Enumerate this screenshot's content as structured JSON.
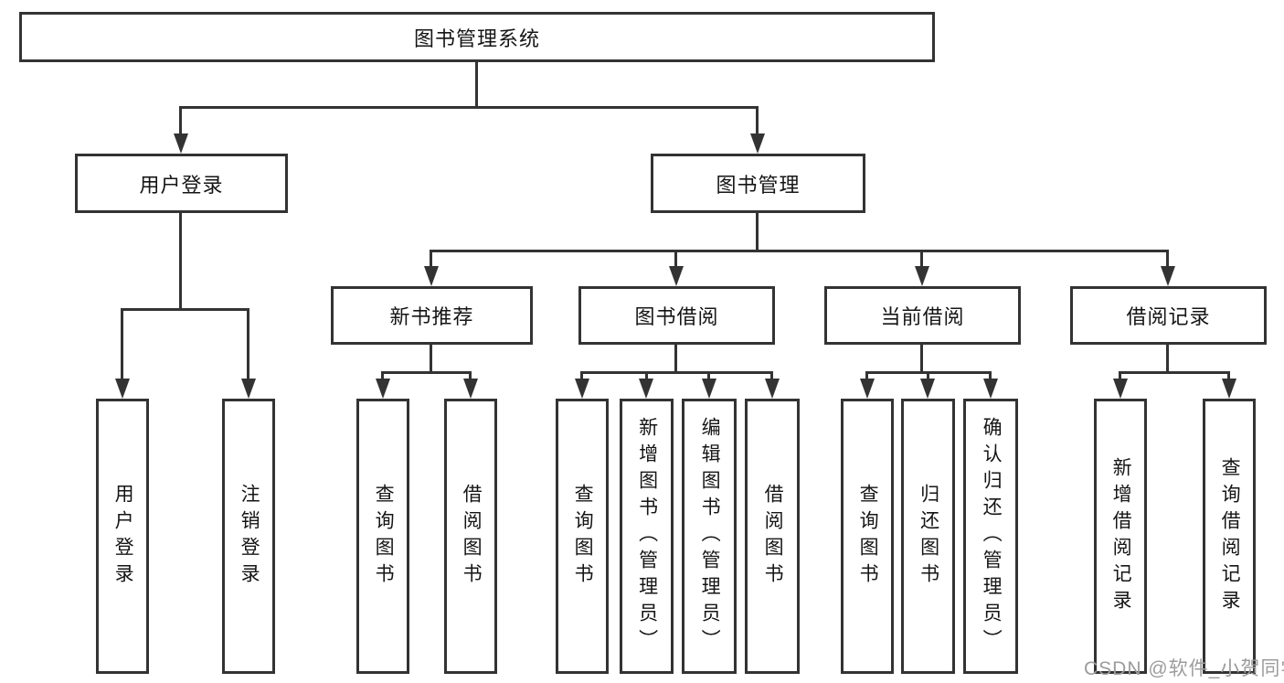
{
  "diagram": {
    "root": {
      "label": "图书管理系统"
    },
    "level2": [
      {
        "label": "用户登录"
      },
      {
        "label": "图书管理"
      }
    ],
    "level3": [
      {
        "label": "新书推荐"
      },
      {
        "label": "图书借阅"
      },
      {
        "label": "当前借阅"
      },
      {
        "label": "借阅记录"
      }
    ],
    "leaves": [
      {
        "label": "用户登录"
      },
      {
        "label": "注销登录"
      },
      {
        "label": "查询图书"
      },
      {
        "label": "借阅图书"
      },
      {
        "label": "查询图书"
      },
      {
        "label": "新增图书（管理员）"
      },
      {
        "label": "编辑图书（管理员）"
      },
      {
        "label": "借阅图书"
      },
      {
        "label": "查询图书"
      },
      {
        "label": "归还图书"
      },
      {
        "label": "确认归还（管理员）"
      },
      {
        "label": "新增借阅记录"
      },
      {
        "label": "查询借阅记录"
      }
    ],
    "colors": {
      "line": "#333333",
      "text": "#151515",
      "background": "#ffffff",
      "watermark": "#9c9c9c"
    }
  },
  "watermark": {
    "text": "CSDN @软件_小贺同学"
  }
}
